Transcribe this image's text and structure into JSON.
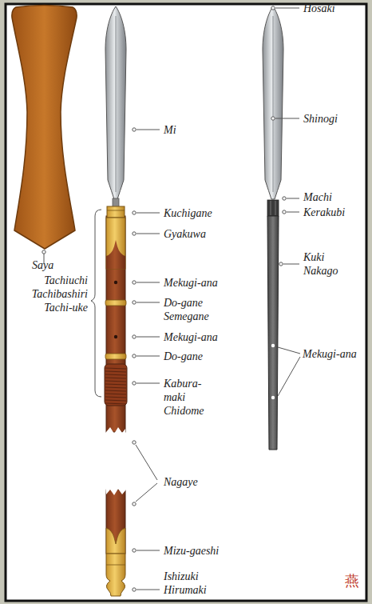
{
  "diagram": {
    "labels": [
      "Saya",
      "Mi",
      "Kuchigane",
      "Gyakuwa",
      "Tachiuchi Tachibashiri Tachi-uke",
      "Mekugi-ana",
      "Do-gane Semegane",
      "Mekugi-ana",
      "Do-gane",
      "Kabura-maki Chidome",
      "Nagaye",
      "Mizu-gaeshi",
      "Ishizuki Hirumaki",
      "Hosaki",
      "Shinogi",
      "Machi",
      "Kerakubi",
      "Kuki Nakago",
      "Mekugi-ana",
      "燕"
    ]
  }
}
